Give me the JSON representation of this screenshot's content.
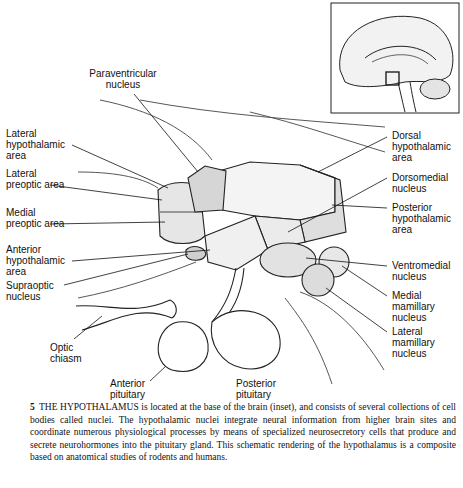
{
  "diagram": {
    "caption": "THE HYPOTHALAMUS is located at the base of the brain (inset), and consists of several collections of cell bodies called nuclei. The hypothalamic nuclei integrate neural information from higher brain sites and coordinate numerous physiological processes by means of specialized neurosecretory cells that produce and secrete neurohormones into the pituitary gland. This schematic rendering of the hypothalamus is a composite based on anatomical studies of rodents and humans.",
    "labels": [
      "Paraventricular nucleus",
      "Lateral hypothalamic area",
      "Lateral preoptic area",
      "Medial preoptic area",
      "Anterior hypothalamic area",
      "Supraoptic nucleus",
      "Optic chiasm",
      "Anterior pituitary",
      "Posterior pituitary",
      "Dorsal hypothalamic area",
      "Dorsomedial nucleus",
      "Posterior hypothalamic area",
      "Ventromedial nucleus",
      "Medial mamillary nucleus",
      "Lateral mamillary nucleus",
      "5"
    ]
  }
}
